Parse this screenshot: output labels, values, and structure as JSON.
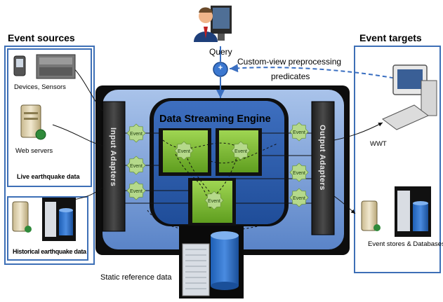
{
  "sources": {
    "title": "Event sources",
    "devices_label": "Devices, Sensors",
    "web_label": "Web servers",
    "live_label": "Live earthquake data",
    "historical_label": "Historical earthquake data"
  },
  "targets": {
    "title": "Event targets",
    "wwt_label": "WWT",
    "stores_label": "Event stores & Databases"
  },
  "query": {
    "label": "Query",
    "plus_symbol": "+",
    "custom_view_line1": "Custom-view preprocessing",
    "custom_view_line2": "predicates"
  },
  "engine": {
    "title": "Data Streaming Engine",
    "input_adapters": "Input Adapters",
    "output_adapters": "Output Adapters",
    "event_label": "Event"
  },
  "static_ref": {
    "label": "Static reference data"
  },
  "colors": {
    "engine_outer": "#4f76b8",
    "engine_inner": "#2a5aa8",
    "adapter": "#2f2f2f",
    "operator": "#7fbf2e",
    "event_gear": "#b5d98b",
    "arrow_blue": "#3a6fc1"
  },
  "icons": [
    "person-at-computer-icon",
    "mobile-device-icon",
    "sensor-device-icon",
    "web-server-icon",
    "server-icon",
    "database-icon",
    "desktop-computer-icon",
    "gear-event-icon"
  ]
}
